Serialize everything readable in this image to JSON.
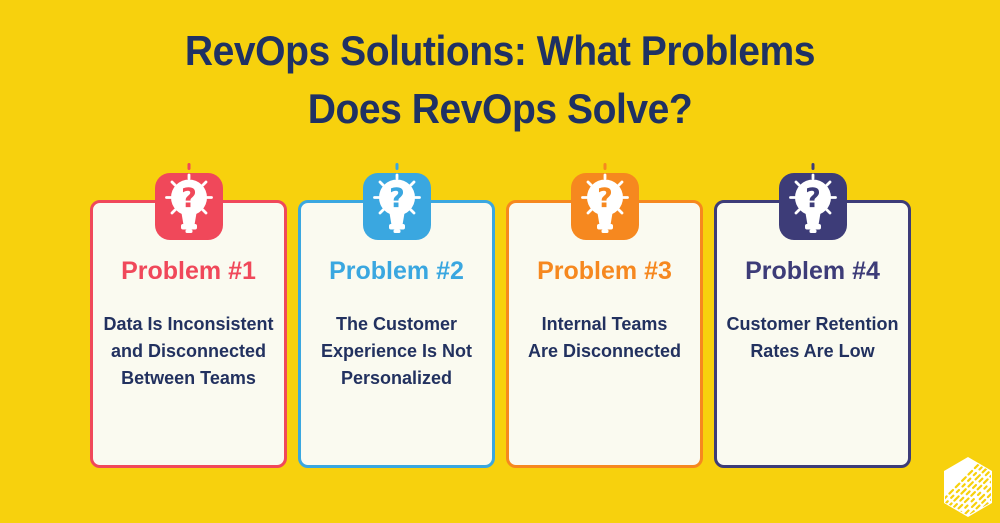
{
  "title": {
    "line1": "RevOps Solutions: What Problems",
    "line2": "Does RevOps Solve?"
  },
  "cards": [
    {
      "label": "Problem #1",
      "color": "#F0485A",
      "icon": "lightbulb-question-icon",
      "lines": [
        "Data Is Inconsistent",
        "and Disconnected",
        "Between Teams"
      ]
    },
    {
      "label": "Problem #2",
      "color": "#3AA7E0",
      "icon": "lightbulb-question-icon",
      "lines": [
        "The Customer",
        "Experience Is Not",
        "Personalized"
      ]
    },
    {
      "label": "Problem #3",
      "color": "#F6881F",
      "icon": "lightbulb-question-icon",
      "lines": [
        "Internal Teams",
        "Are Disconnected"
      ]
    },
    {
      "label": "Problem #4",
      "color": "#3D3C78",
      "icon": "lightbulb-question-icon",
      "lines": [
        "Customer Retention",
        "Rates Are Low"
      ]
    }
  ],
  "colors": {
    "background": "#F7D10D",
    "card_background": "#FAFAF0",
    "heading": "#1F3163",
    "body_text": "#22315F",
    "logo": "#FFFFFF"
  },
  "logo": {
    "icon": "hexagon-hatched-logo-icon"
  }
}
